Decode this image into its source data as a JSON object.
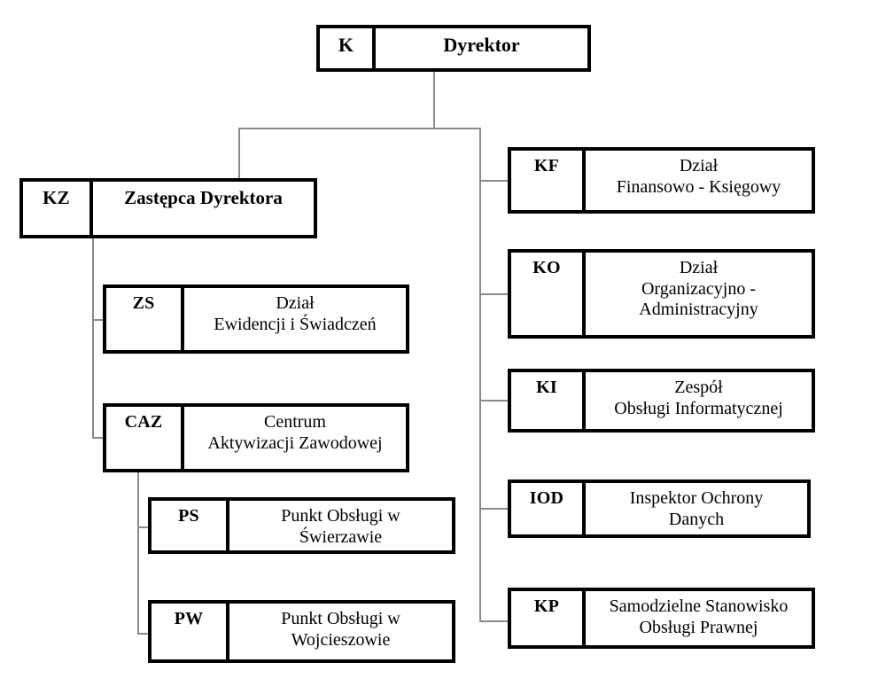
{
  "diagram": {
    "type": "organizational-chart",
    "language": "pl",
    "nodes": {
      "k": {
        "code": "K",
        "title": "Dyrektor",
        "bold": true
      },
      "kz": {
        "code": "KZ",
        "title": "Zastępca Dyrektora",
        "bold": true
      },
      "zs": {
        "code": "ZS",
        "title": "Dział\nEwidencji i Świadczeń",
        "bold": false
      },
      "caz": {
        "code": "CAZ",
        "title": "Centrum\nAktywizacji Zawodowej",
        "bold": false
      },
      "ps": {
        "code": "PS",
        "title": "Punkt Obsługi w\nŚwierzawie",
        "bold": false
      },
      "pw": {
        "code": "PW",
        "title": "Punkt Obsługi w\nWojcieszowie",
        "bold": false
      },
      "kf": {
        "code": "KF",
        "title": "Dział\nFinansowo - Księgowy",
        "bold": false
      },
      "ko": {
        "code": "KO",
        "title": "Dział\nOrganizacyjno -\nAdministracyjny",
        "bold": false
      },
      "ki": {
        "code": "KI",
        "title": "Zespół\nObsługi Informatycznej",
        "bold": false
      },
      "iod": {
        "code": "IOD",
        "title": "Inspektor Ochrony\nDanych",
        "bold": false
      },
      "kp": {
        "code": "KP",
        "title": "Samodzielne Stanowisko\nObsługi Prawnej",
        "bold": false
      }
    },
    "edges": [
      {
        "from": "k",
        "to": "kz"
      },
      {
        "from": "k",
        "to": "kf"
      },
      {
        "from": "k",
        "to": "ko"
      },
      {
        "from": "k",
        "to": "ki"
      },
      {
        "from": "k",
        "to": "iod"
      },
      {
        "from": "k",
        "to": "kp"
      },
      {
        "from": "kz",
        "to": "zs"
      },
      {
        "from": "kz",
        "to": "caz"
      },
      {
        "from": "caz",
        "to": "ps"
      },
      {
        "from": "caz",
        "to": "pw"
      }
    ],
    "colors": {
      "background": "#ffffff",
      "box_border": "#000000",
      "text": "#000000",
      "connector": "#8a8a8a"
    }
  }
}
